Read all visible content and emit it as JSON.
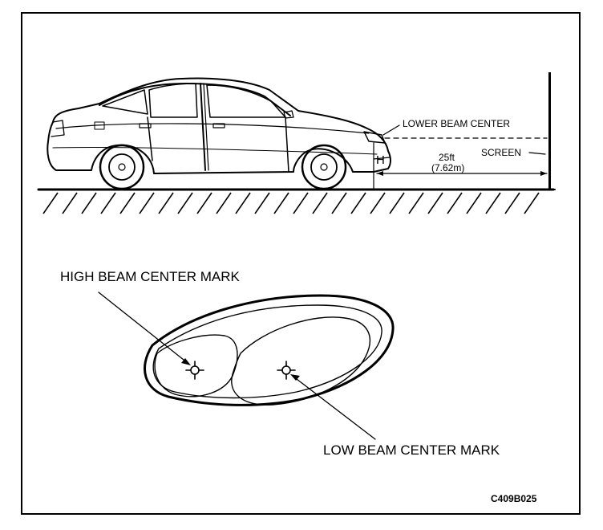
{
  "car_view": {
    "lower_beam_center_label": "LOWER BEAM CENTER",
    "screen_label": "SCREEN",
    "height_label": "H",
    "distance_label_ft": "25ft",
    "distance_label_m": "(7.62m)"
  },
  "headlamp_view": {
    "high_beam_label": "HIGH BEAM CENTER MARK",
    "low_beam_label": "LOW BEAM CENTER MARK"
  },
  "figure_code": "C409B025",
  "colors": {
    "ink": "#000000",
    "background": "#ffffff"
  }
}
